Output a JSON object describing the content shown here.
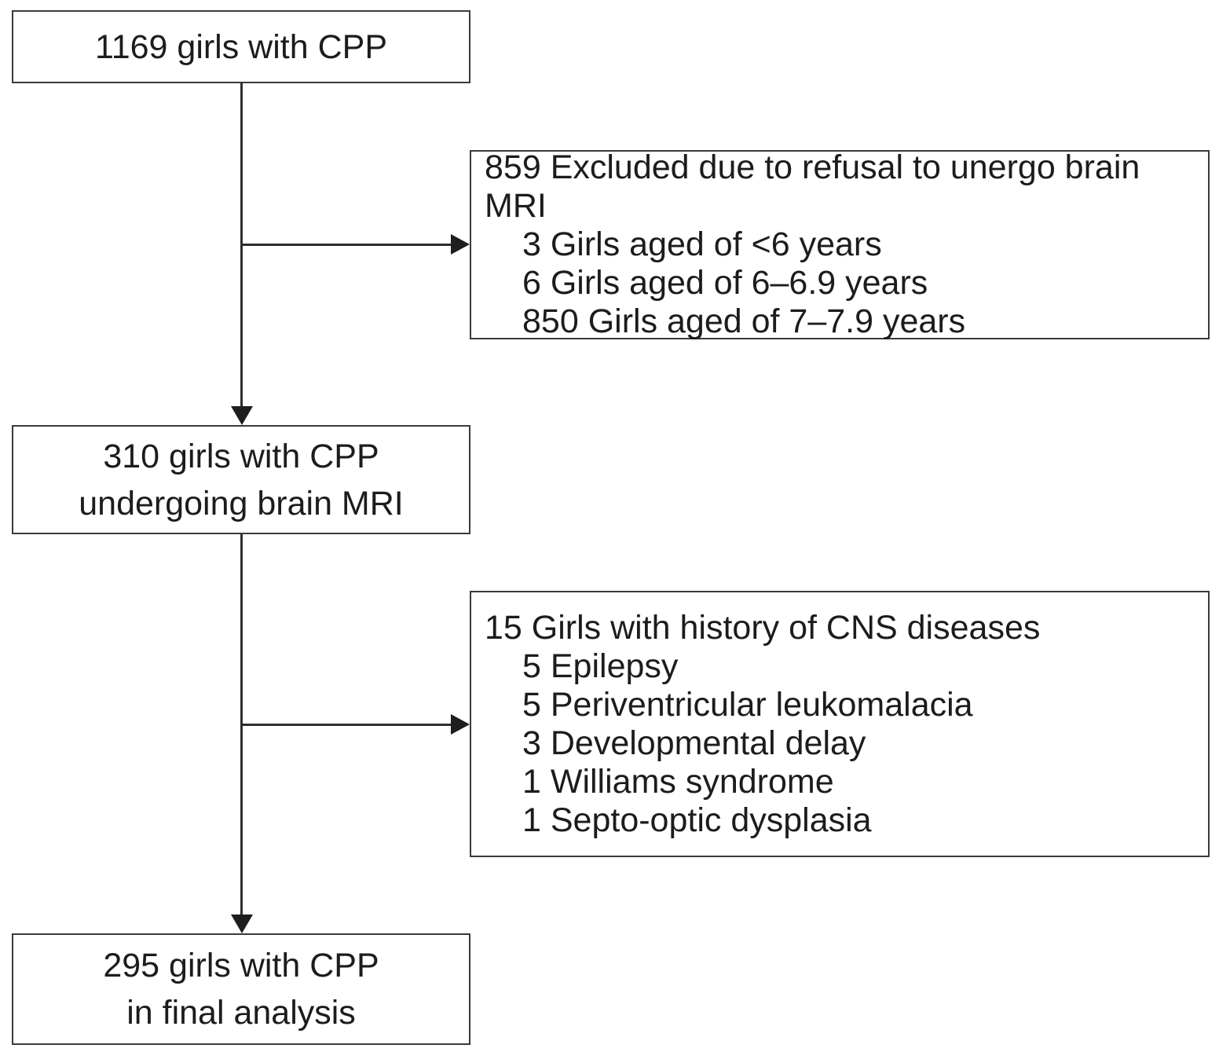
{
  "colors": {
    "background": "#ffffff",
    "box_border": "#3a3a3a",
    "line": "#2e2e2e",
    "text": "#1c1c1c"
  },
  "boxes": {
    "initial": {
      "line1": "1169 girls with CPP"
    },
    "excluded_mri": {
      "heading": "859 Excluded due to refusal to unergo brain MRI",
      "items": [
        "3 Girls aged of <6 years",
        "6 Girls aged of 6–6.9 years",
        "850 Girls aged of 7–7.9 years"
      ]
    },
    "mri": {
      "line1": "310 girls with CPP",
      "line2": "undergoing brain MRI"
    },
    "excluded_cns": {
      "heading": "15 Girls with history of CNS diseases",
      "items": [
        "5 Epilepsy",
        "5 Periventricular leukomalacia",
        "3 Developmental delay",
        "1 Williams syndrome",
        "1 Septo-optic dysplasia"
      ]
    },
    "final": {
      "line1": "295 girls with CPP",
      "line2": "in final analysis"
    }
  }
}
